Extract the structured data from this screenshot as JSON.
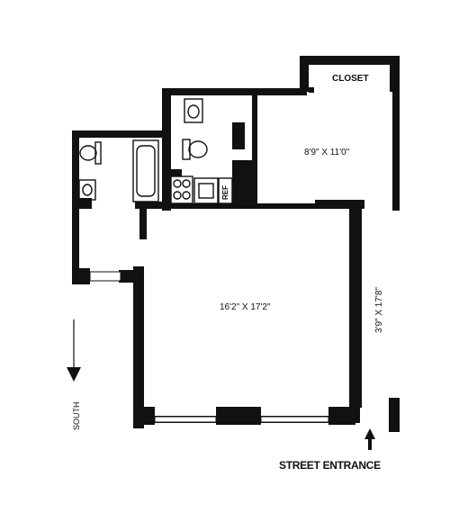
{
  "plan": {
    "labels": {
      "closet": "CLOSET",
      "bedroom_dims": "8'9\" X 11'0\"",
      "living_dims": "16'2\" X 17'2\"",
      "hall_dims": "3'9\" X 17'8\"",
      "fridge": "REF",
      "compass": "SOUTH",
      "entrance": "STREET ENTRANCE"
    },
    "fixtures": [
      "toilet-icon",
      "sink-icon",
      "bathtub-icon",
      "stove-icon",
      "kitchen-sink-icon",
      "refrigerator-icon"
    ],
    "colors": {
      "wall": "#111111",
      "paper": "#ffffff"
    }
  }
}
